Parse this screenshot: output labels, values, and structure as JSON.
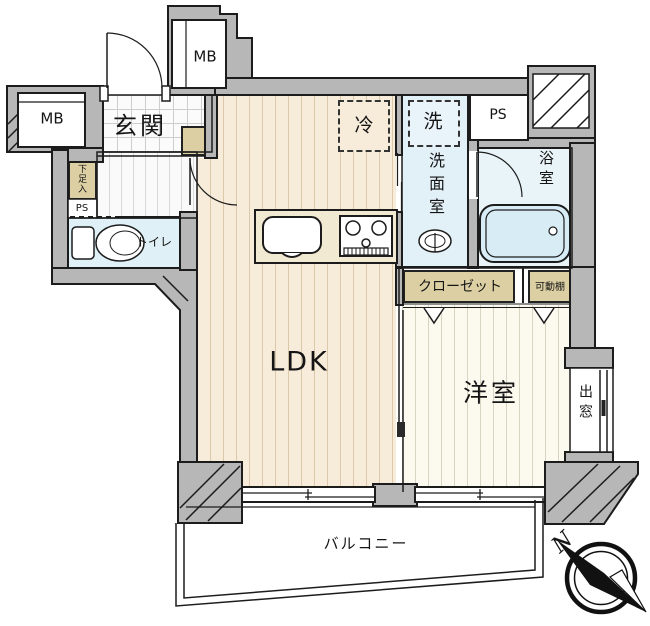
{
  "plan_type": "apartment-floorplan",
  "rooms": {
    "genkan": "玄関",
    "ldk": "LDK",
    "western_room": "洋室",
    "toilet": "トイレ",
    "washroom": "洗面室",
    "bathroom": "浴室",
    "balcony": "バルコニー",
    "closet": "クローゼット",
    "movable_shelf": "可動棚",
    "bay_window": "出窓",
    "shoe_cabinet": "下足入"
  },
  "labels": {
    "mb_top": "MB",
    "mb_left": "MB",
    "ps_left": "PS",
    "ps_top_right": "PS",
    "refrigerator": "冷",
    "washer": "洗",
    "north": "N"
  },
  "colors": {
    "wall_gray": "#b7b7b7",
    "outline": "#1c1c1c",
    "ldk_floor": "#f6ecd9",
    "western_floor": "#fcf9ee",
    "wet_area_floor": "#e2f0f7",
    "storage_tan": "#dbcfa3",
    "bathtub_fill": "#d8ecf6"
  }
}
